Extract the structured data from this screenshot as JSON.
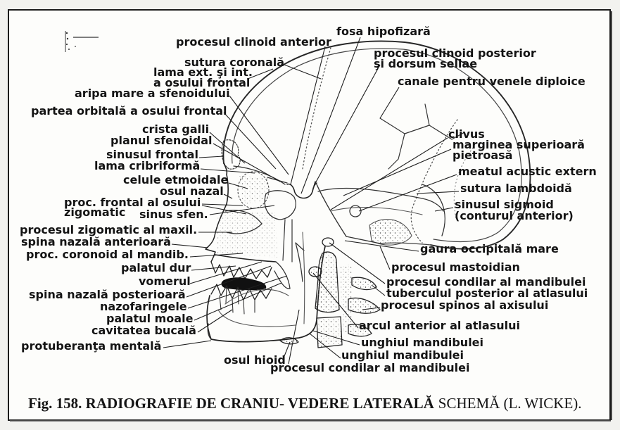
{
  "labels": {
    "procesul_clinoid_anterior": "procesul clinoid anterior",
    "fosa_hipofizara": "fosa hipofizară",
    "procesul_clinoid_posterior": "procesul clinoid posterior",
    "si_dorsum_sellae": "şi dorsum sellae",
    "sutura_coronala": "sutura coronală",
    "lama_ext_int": "lama ext. şi int.",
    "a_osului_frontal": "a osului frontal",
    "canale_venele_diploice": "canale pentru venele diploice",
    "aripa_mare_sfenoid": "aripa mare a sfenoidului",
    "partea_orbitala": "partea orbitală a osului frontal",
    "clivus": "clivus",
    "marginea_superioara": "marginea superioară",
    "pietroasa": "pietroasă",
    "crista_galli": "crista galli",
    "planul_sfenoidal": "planul sfenoidal",
    "sinusul_frontal": "sinusul frontal",
    "lama_cribriforma": "lama cribriformă",
    "meatul_acustic_extern": "meatul acustic extern",
    "sutura_lambdoida": "sutura lambdoidă",
    "celule_etmoidale": "celule etmoidale",
    "osul_nazal": "osul nazal",
    "proc_frontal_osului": "proc. frontal al osului",
    "zigomatic": "zigomatic",
    "sinus_sfen": "sinus sfen.",
    "sinusul_sigmoid": "sinusul sigmoid",
    "conturul_anterior": "(conturul anterior)",
    "procesul_zigomatic_maxil": "procesul zigomatic al maxil.",
    "spina_nazala_anterioara": "spina nazală anterioară",
    "proc_coronoid_mandib": "proc. coronoid al mandib.",
    "gaura_occipitala_mare": "gaura occipitală mare",
    "palatul_dur": "palatul dur",
    "procesul_mastoidian": "procesul mastoidian",
    "vomerul": "vomerul",
    "procesul_condilar_1": "procesul condilar al mandibulei",
    "spina_nazala_posterioara": "spina nazală posterioară",
    "tuberculul_posterior_atlas": "tuberculul posterior al atlasului",
    "nazofaringele": "nazofaringele",
    "procesul_spinos_axis": "procesul spinos al axisului",
    "palatul_moale": "palatul moale",
    "arcul_anterior_atlas": "arcul anterior al atlasului",
    "cavitatea_bucala": "cavitatea bucală",
    "protuberanta_mentala": "protuberanţa mentală",
    "unghiul_mandibulei_1": "unghiul mandibulei",
    "osul_hioid": "osul hioid",
    "unghiul_mandibulei_2": "unghiul mandibulei",
    "procesul_condilar_2": "procesul condilar al mandibulei"
  },
  "caption": {
    "main": "Fig. 158. RADIOGRAFIE DE CRANIU- VEDERE LATERALĂ",
    "suffix": "SCHEMĂ (L. WICKE)."
  }
}
